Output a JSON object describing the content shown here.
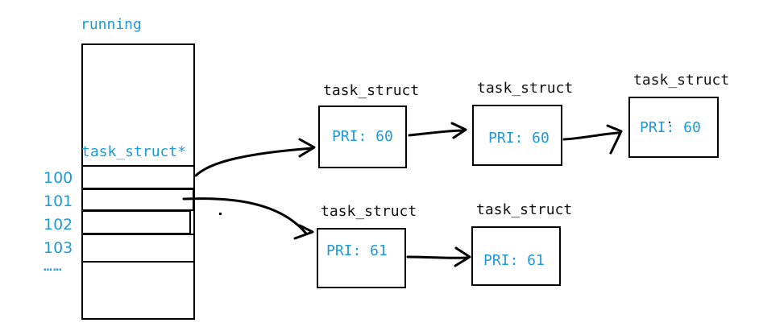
{
  "running_label": "running",
  "pointer_label": "task_struct*",
  "indices": [
    "100",
    "101",
    "102",
    "103"
  ],
  "ellipsis": "……",
  "node_title": "task_struct",
  "queue_60": [
    "PRI: 60",
    "PRI: 60",
    "PRI: 60"
  ],
  "queue_61": [
    "PRI: 61",
    "PRI: 61"
  ]
}
